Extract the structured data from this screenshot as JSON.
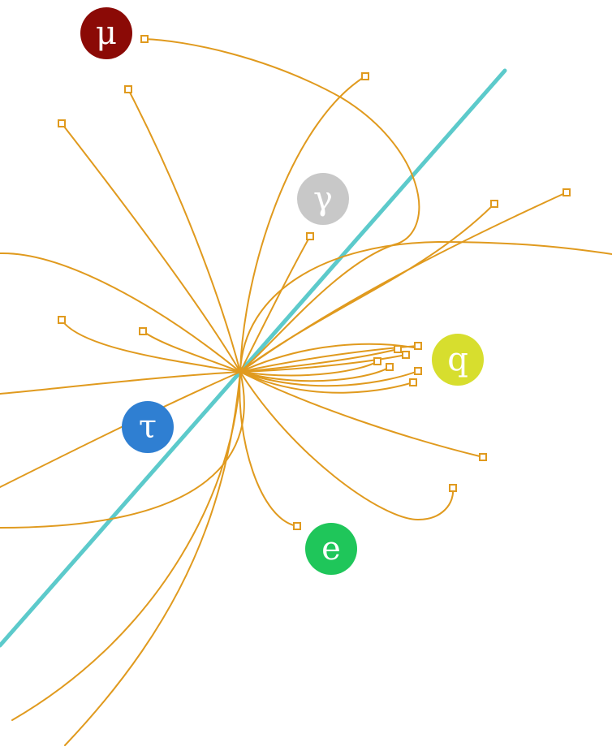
{
  "colors": {
    "track": "#E09A1E",
    "beam_axis": "#5CCACB",
    "background": "#FFFFFF"
  },
  "particles": [
    {
      "id": "muon",
      "symbol": "μ",
      "color": "#8B0A06"
    },
    {
      "id": "photon",
      "symbol": "γ",
      "color": "#C8C8C8"
    },
    {
      "id": "quark",
      "symbol": "q",
      "color": "#D7DE2E"
    },
    {
      "id": "tau",
      "symbol": "τ",
      "color": "#2F7FD2"
    },
    {
      "id": "electron",
      "symbol": "e",
      "color": "#1FC65A"
    }
  ]
}
